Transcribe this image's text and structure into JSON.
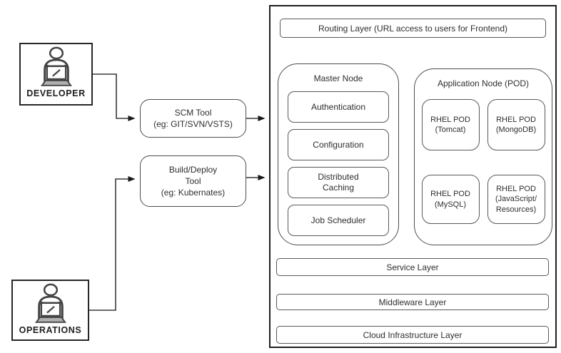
{
  "actors": {
    "developer": "DEVELOPER",
    "operations": "OPERATIONS"
  },
  "tools": {
    "scm": {
      "line1": "SCM Tool",
      "line2": "(eg: GIT/SVN/VSTS)"
    },
    "build": {
      "line1": "Build/Deploy",
      "line2": "Tool",
      "line3": "(eg: Kubernates)"
    }
  },
  "platform": {
    "routing_layer": "Routing Layer (URL access to users for Frontend)",
    "master_node": {
      "title": "Master Node",
      "components": [
        "Authentication",
        "Configuration",
        "Distributed Caching",
        "Job Scheduler"
      ]
    },
    "application_node": {
      "title": "Application Node (POD)",
      "pods": [
        {
          "name": "RHEL POD",
          "detail": "(Tomcat)"
        },
        {
          "name": "RHEL POD",
          "detail": "(MongoDB)"
        },
        {
          "name": "RHEL POD",
          "detail": "(MySQL)"
        },
        {
          "name": "RHEL POD",
          "detail": "(JavaScript/",
          "detail2": "Resources)"
        }
      ]
    },
    "layers": [
      "Service Layer",
      "Middleware Layer",
      "Cloud Infrastructure Layer"
    ]
  },
  "icons": {
    "developer_icon": "person-at-laptop",
    "operations_icon": "person-at-laptop"
  },
  "colors": {
    "background": "#ffffff",
    "outer_border": "#1f1f1f",
    "rounded_box_border": "#595959",
    "text": "#2e2e2e",
    "connector": "#3a3a3a",
    "laptop_base_fill": "#b0b0b0"
  }
}
